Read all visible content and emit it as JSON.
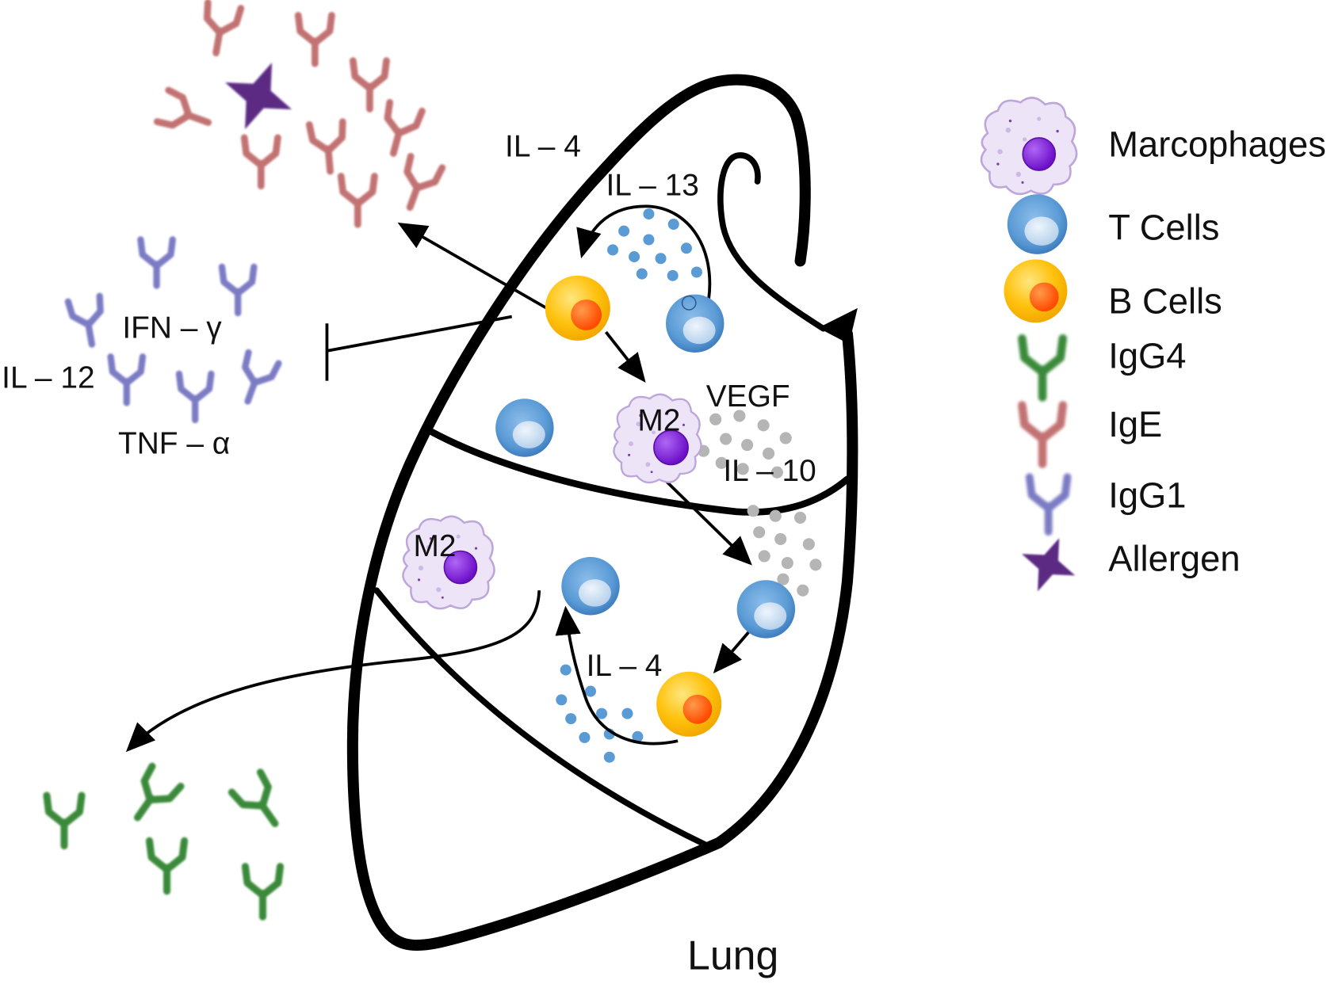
{
  "diagram": {
    "labels": {
      "il4_top": "IL – 4",
      "il13": "IL – 13",
      "ifn_gamma": "IFN – γ",
      "il12": "IL – 12",
      "tnf_alpha": "TNF – α",
      "vegf": "VEGF",
      "m2_upper": "M2",
      "il10": "IL – 10",
      "m2_lower": "M2",
      "il4_bottom": "IL – 4"
    },
    "organ_label": "Lung"
  },
  "legend": {
    "items": [
      {
        "label": "Marcophages",
        "icon": "macrophage-icon",
        "color": "#8A2BE2"
      },
      {
        "label": "T Cells",
        "icon": "t-cell-icon",
        "color": "#5B9BD5"
      },
      {
        "label": "B Cells",
        "icon": "b-cell-icon",
        "color": "#FFC000"
      },
      {
        "label": "IgG4",
        "icon": "igg4-antibody-icon",
        "color": "#3A8A3A"
      },
      {
        "label": "IgE",
        "icon": "ige-antibody-icon",
        "color": "#C27272"
      },
      {
        "label": "IgG1",
        "icon": "igg1-antibody-icon",
        "color": "#7C7CC4"
      },
      {
        "label": "Allergen",
        "icon": "allergen-icon",
        "color": "#5B2C83"
      }
    ]
  }
}
